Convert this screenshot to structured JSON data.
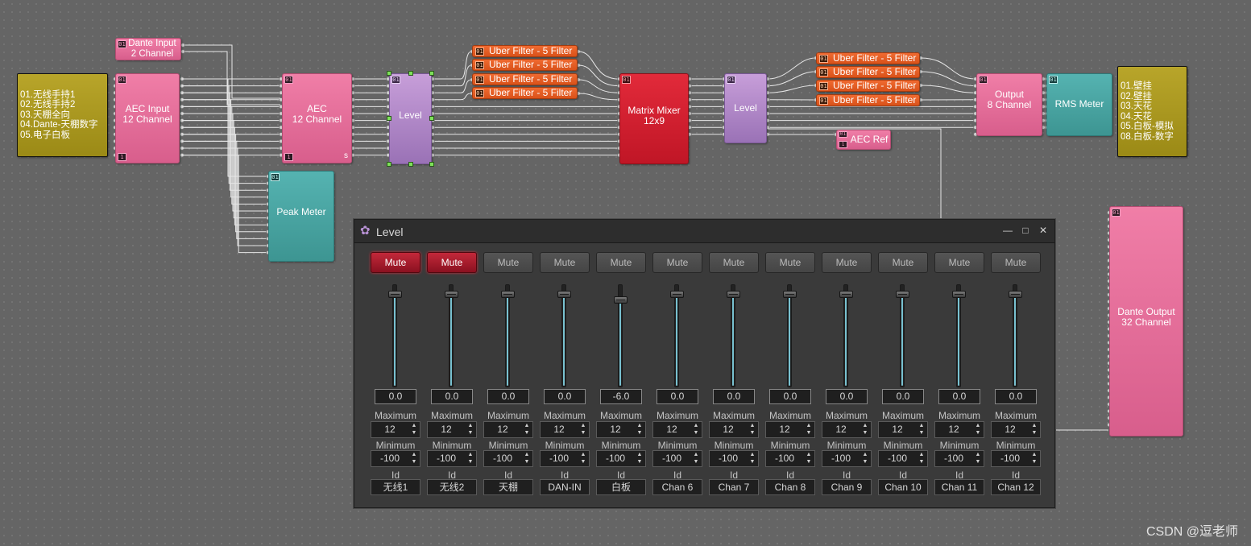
{
  "canvas": {
    "left_labels": [
      "01.无线手持1",
      "02.无线手持2",
      "03.天棚全向",
      "04.Dante-天棚数字",
      "05.电子白板"
    ],
    "right_labels": [
      "01.壁挂",
      "02.壁挂",
      "03.天花",
      "04.天花",
      "05.白板-模拟",
      "08.白板-数字"
    ],
    "blocks": {
      "dante_input": "Dante Input\n2 Channel",
      "aec_input": "AEC Input\n12 Channel",
      "aec": "AEC\n12 Channel",
      "peak_meter": "Peak Meter",
      "level_block": "Level",
      "matrix_mixer": "Matrix Mixer\n12x9",
      "level_block_2": "Level",
      "output": "Output\n8 Channel",
      "rms_meter": "RMS Meter",
      "aec_ref": "AEC Ref",
      "dante_output": "Dante Output\n32 Channel"
    },
    "uber_filter_label": "Uber Filter - 5 Filter",
    "filters_left": [
      "Uber Filter - 5 Filter",
      "Uber Filter - 5 Filter",
      "Uber Filter - 5 Filter",
      "Uber Filter - 5 Filter"
    ],
    "filters_right": [
      "Uber Filter - 5 Filter",
      "Uber Filter - 5 Filter",
      "Uber Filter - 5 Filter",
      "Uber Filter - 5 Filter"
    ],
    "badge_01": "01",
    "badge_1": "1",
    "aec_s_label": "s",
    "colors": {
      "canvas_bg": "#656565",
      "block_pink": "#e56c98",
      "block_teal": "#4aa5a3",
      "block_purple": "#b289c9",
      "block_red": "#d21f2f",
      "block_orange": "#e85f25",
      "block_olive": "#aa981f"
    }
  },
  "level_window": {
    "title": "Level",
    "title_icon": "gear-icon",
    "labels": {
      "maximum": "Maximum",
      "minimum": "Minimum",
      "id": "Id",
      "mute": "Mute"
    },
    "channels": [
      {
        "muted": true,
        "value": "0.0",
        "level_db": 0.0,
        "max": "12",
        "min": "-100",
        "id": "无线1"
      },
      {
        "muted": true,
        "value": "0.0",
        "level_db": 0.0,
        "max": "12",
        "min": "-100",
        "id": "无线2"
      },
      {
        "muted": false,
        "value": "0.0",
        "level_db": 0.0,
        "max": "12",
        "min": "-100",
        "id": "天棚"
      },
      {
        "muted": false,
        "value": "0.0",
        "level_db": 0.0,
        "max": "12",
        "min": "-100",
        "id": "DAN-IN"
      },
      {
        "muted": false,
        "value": "-6.0",
        "level_db": -6.0,
        "max": "12",
        "min": "-100",
        "id": "白板"
      },
      {
        "muted": false,
        "value": "0.0",
        "level_db": 0.0,
        "max": "12",
        "min": "-100",
        "id": "Chan 6"
      },
      {
        "muted": false,
        "value": "0.0",
        "level_db": 0.0,
        "max": "12",
        "min": "-100",
        "id": "Chan 7"
      },
      {
        "muted": false,
        "value": "0.0",
        "level_db": 0.0,
        "max": "12",
        "min": "-100",
        "id": "Chan 8"
      },
      {
        "muted": false,
        "value": "0.0",
        "level_db": 0.0,
        "max": "12",
        "min": "-100",
        "id": "Chan 9"
      },
      {
        "muted": false,
        "value": "0.0",
        "level_db": 0.0,
        "max": "12",
        "min": "-100",
        "id": "Chan 10"
      },
      {
        "muted": false,
        "value": "0.0",
        "level_db": 0.0,
        "max": "12",
        "min": "-100",
        "id": "Chan 11"
      },
      {
        "muted": false,
        "value": "0.0",
        "level_db": 0.0,
        "max": "12",
        "min": "-100",
        "id": "Chan 12"
      }
    ]
  },
  "watermark": "CSDN @逗老师"
}
